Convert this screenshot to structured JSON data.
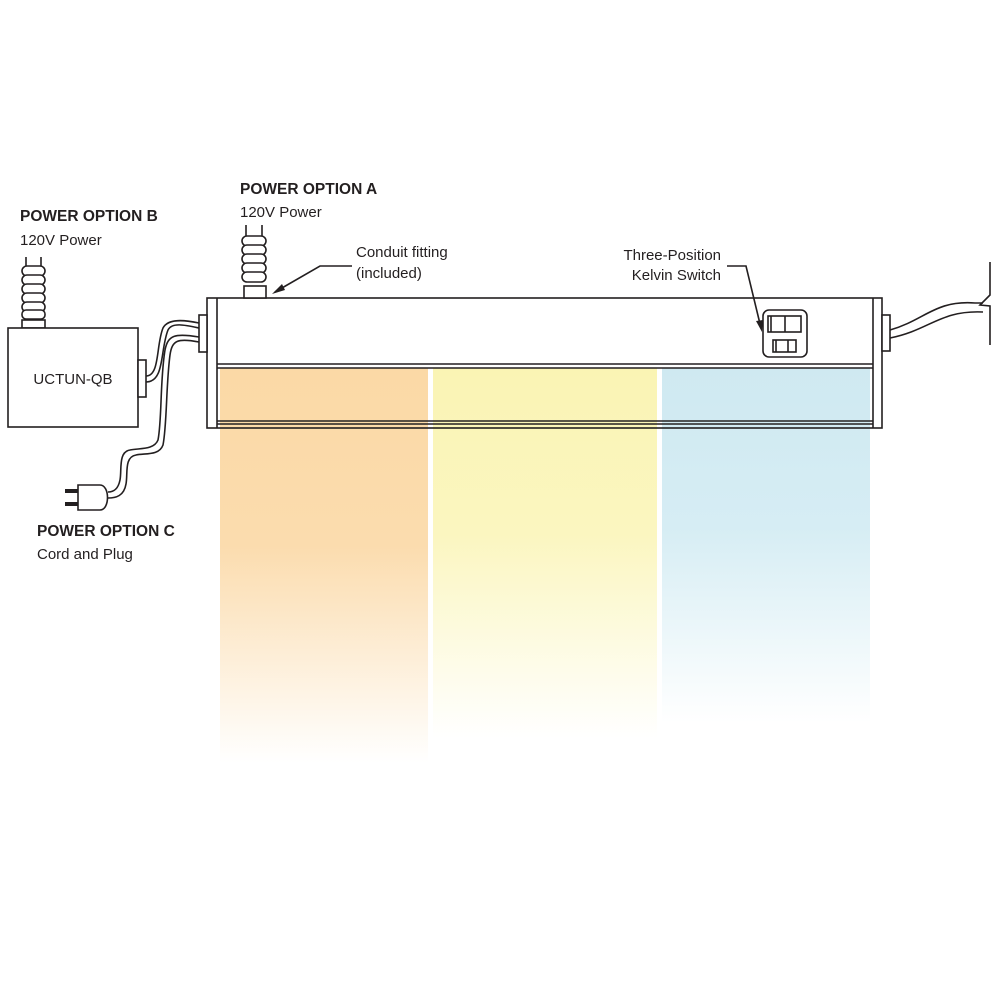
{
  "labels": {
    "option_a_title": "POWER OPTION A",
    "option_a_sub": "120V Power",
    "option_b_title": "POWER OPTION B",
    "option_b_sub": "120V Power",
    "option_c_title": "POWER OPTION C",
    "option_c_sub": "Cord and Plug",
    "conduit_line1": "Conduit fitting",
    "conduit_line2": "(included)",
    "switch_line1": "Three-Position",
    "switch_line2": "Kelvin Switch",
    "box_label": "UCTUN-QB"
  },
  "colors": {
    "warm": "#fbd9a6",
    "neutral": "#fbf5b6",
    "cool": "#cfe9f1",
    "ink": "#231f20"
  }
}
